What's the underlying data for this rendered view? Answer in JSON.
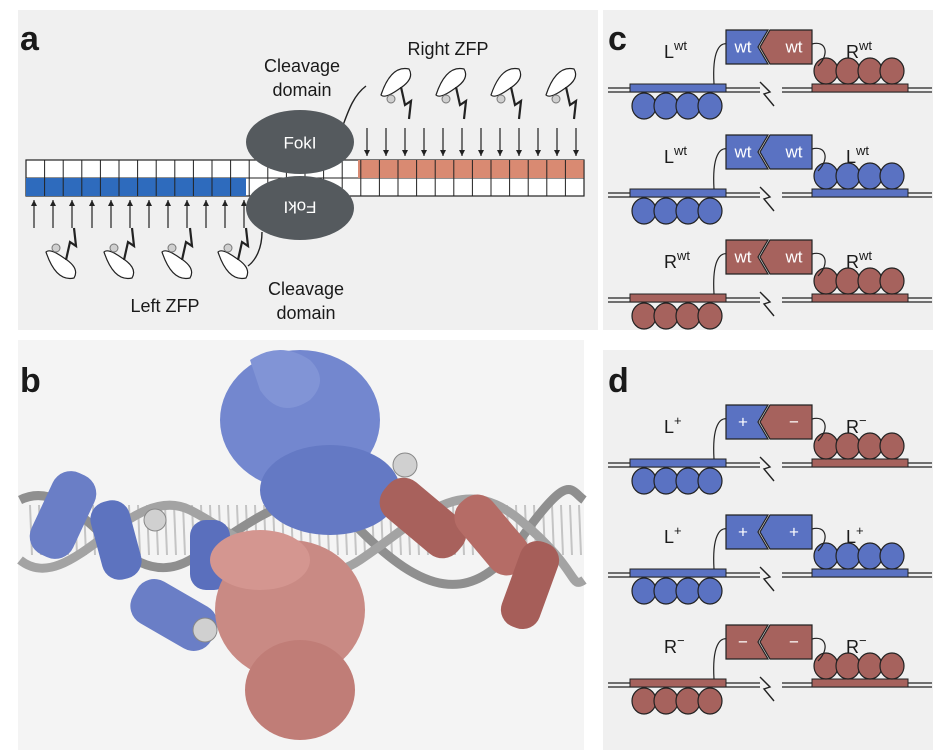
{
  "colors": {
    "blue": "#5a72c2",
    "red": "#a6625d",
    "salmon": "#d88a74",
    "dna_gray": "#9a9a9a",
    "foki_gray": "#555a5e"
  },
  "panel_a": {
    "letter": "a",
    "right_zfp": "Right ZFP",
    "left_zfp": "Left ZFP",
    "cleavage_top_1": "Cleavage",
    "cleavage_top_2": "domain",
    "cleavage_bottom_1": "Cleavage",
    "cleavage_bottom_2": "domain",
    "foki_top": "FokI",
    "foki_bottom": "FokI"
  },
  "panel_b": {
    "letter": "b"
  },
  "panel_c": {
    "letter": "c",
    "rows": [
      {
        "left_base": "L",
        "left_sup": "wt",
        "right_base": "R",
        "right_sup": "wt",
        "box_left": "wt",
        "box_right": "wt",
        "left_color": "blue",
        "right_color": "red"
      },
      {
        "left_base": "L",
        "left_sup": "wt",
        "right_base": "L",
        "right_sup": "wt",
        "box_left": "wt",
        "box_right": "wt",
        "left_color": "blue",
        "right_color": "blue"
      },
      {
        "left_base": "R",
        "left_sup": "wt",
        "right_base": "R",
        "right_sup": "wt",
        "box_left": "wt",
        "box_right": "wt",
        "left_color": "red",
        "right_color": "red"
      }
    ]
  },
  "panel_d": {
    "letter": "d",
    "rows": [
      {
        "left_base": "L",
        "left_sup": "+",
        "right_base": "R",
        "right_sup": "−",
        "box_left": "+",
        "box_right": "−",
        "left_color": "blue",
        "right_color": "red"
      },
      {
        "left_base": "L",
        "left_sup": "+",
        "right_base": "L",
        "right_sup": "+",
        "box_left": "+",
        "box_right": "+",
        "left_color": "blue",
        "right_color": "blue"
      },
      {
        "left_base": "R",
        "left_sup": "−",
        "right_base": "R",
        "right_sup": "−",
        "box_left": "−",
        "box_right": "−",
        "left_color": "red",
        "right_color": "red"
      }
    ]
  }
}
